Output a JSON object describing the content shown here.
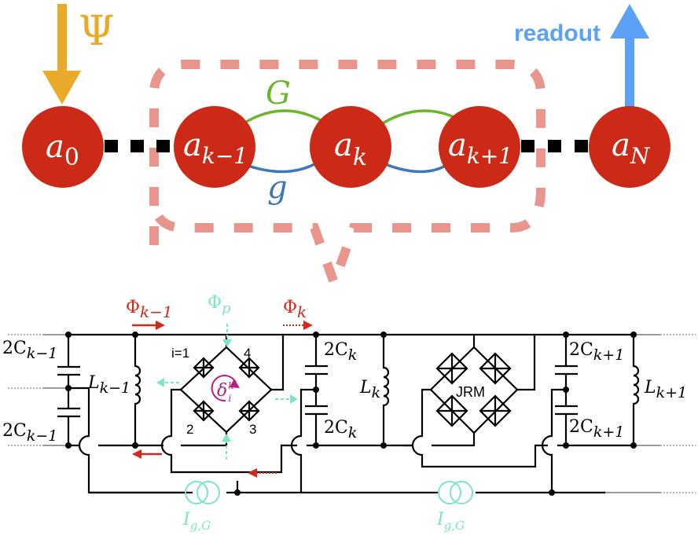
{
  "colors": {
    "node": "#cc2916",
    "input": "#e9aa2a",
    "readout": "#5aa1f7",
    "coupling_G": "#6ab42e",
    "coupling_g": "#3f77b9",
    "highlight_box": "#e8958d",
    "flux": "#d3291c",
    "pump": "#7fe3c9",
    "loop": "#b51f7f",
    "wire": "#000000"
  },
  "chain": {
    "input_label": "Ψ",
    "readout_label": "readout",
    "nodes": [
      {
        "base": "a",
        "sub": "0"
      },
      {
        "base": "a",
        "sub": "k−1"
      },
      {
        "base": "a",
        "sub": "k"
      },
      {
        "base": "a",
        "sub": "k+1"
      },
      {
        "base": "a",
        "sub": "N"
      }
    ],
    "coupling_G_label": "G",
    "coupling_g_label": "g"
  },
  "circuit": {
    "flux_prev": {
      "base": "Φ",
      "sub": "k−1"
    },
    "flux_pump": {
      "base": "Φ",
      "sub": "p"
    },
    "flux_curr": {
      "base": "Φ",
      "sub": "k"
    },
    "cap_prev_top": {
      "base": "2C",
      "sub": "k−1"
    },
    "cap_prev_bot": {
      "base": "2C",
      "sub": "k−1"
    },
    "ind_prev": {
      "base": "L",
      "sub": "k−1"
    },
    "cap_curr_top": {
      "base": "2C",
      "sub": "k"
    },
    "cap_curr_bot": {
      "base": "2C",
      "sub": "k"
    },
    "ind_curr": {
      "base": "L",
      "sub": "k"
    },
    "cap_next_top": {
      "base": "2C",
      "sub": "k+1"
    },
    "cap_next_bot": {
      "base": "2C",
      "sub": "k+1"
    },
    "ind_next": {
      "base": "L",
      "sub": "k+1"
    },
    "junction_labels": [
      "i=1",
      "2",
      "3",
      "4"
    ],
    "loop_label": {
      "base": "δ",
      "sup": "k",
      "sub": "i"
    },
    "jrm_label": "JRM",
    "current_source_label": {
      "base": "I",
      "sub": "g,G"
    }
  }
}
